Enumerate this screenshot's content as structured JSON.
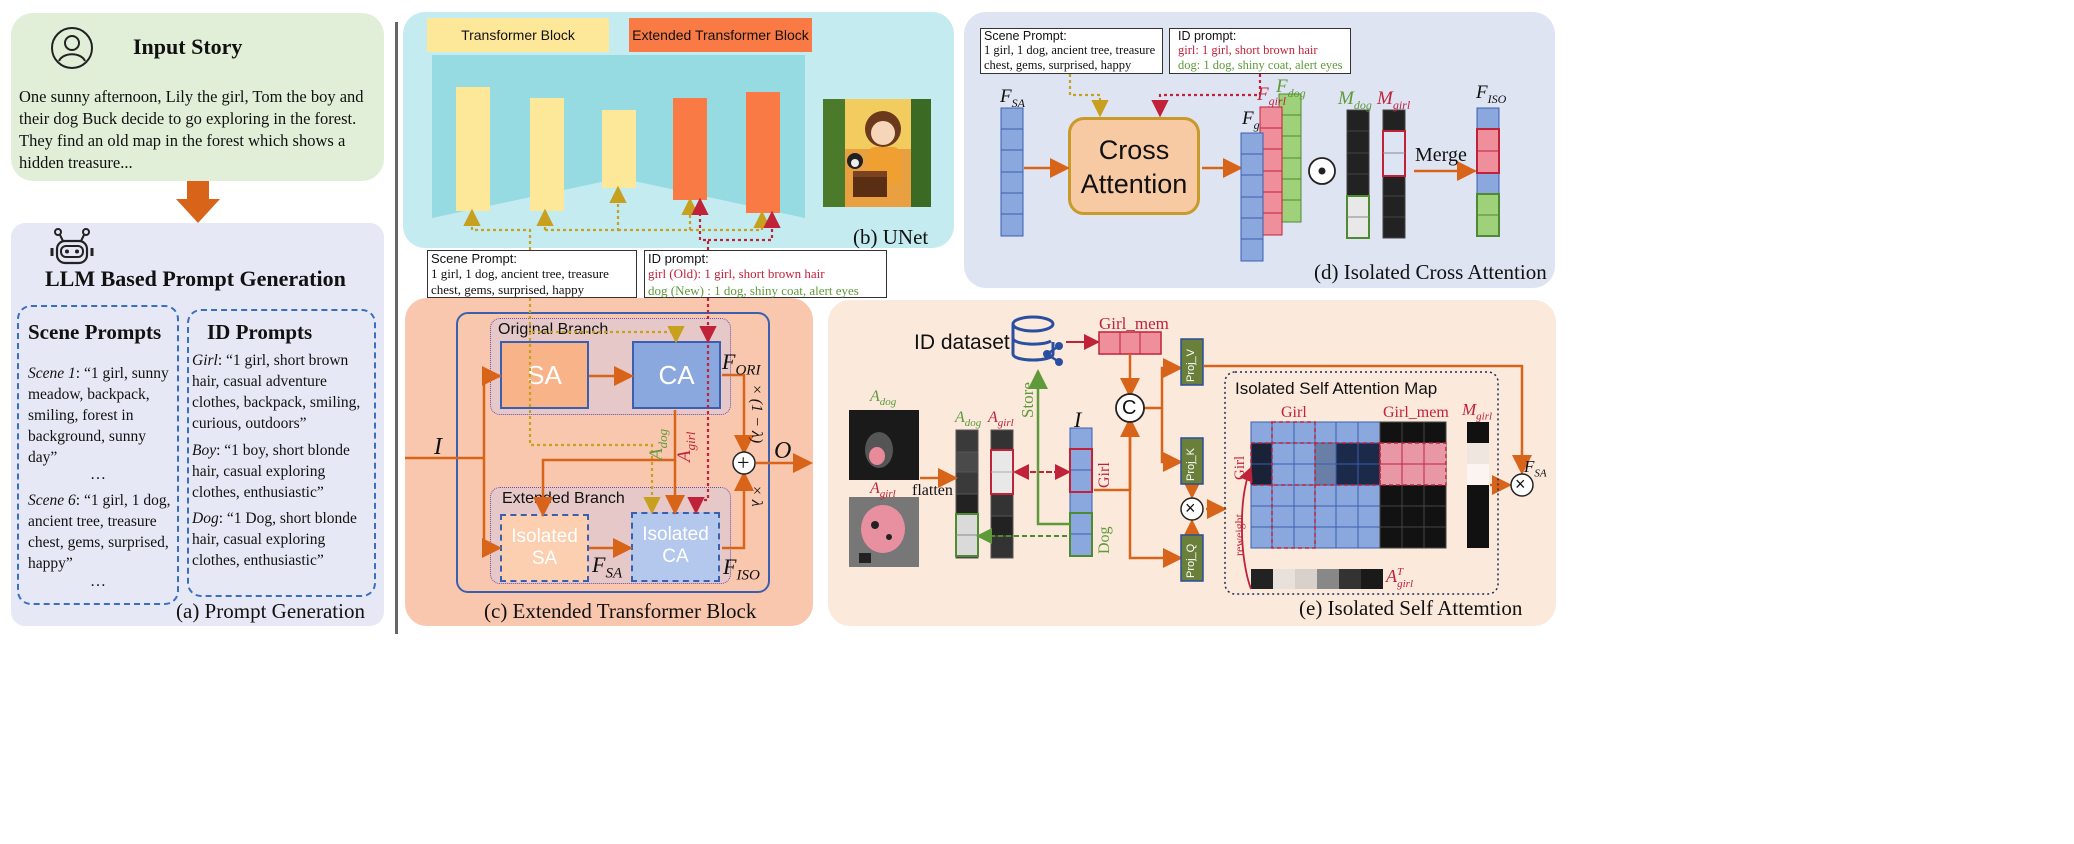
{
  "panel_a": {
    "input_title": "Input Story",
    "story": "One sunny afternoon, Lily the girl, Tom the boy and their dog Buck decide to go exploring in the forest. They find an old map in the forest which shows a hidden treasure...",
    "llm_title": "LLM Based Prompt Generation",
    "scene_header": "Scene Prompts",
    "id_header": "ID Prompts",
    "scene1_label": "Scene 1",
    "scene1_text": ": “1 girl, sunny meadow, backpack, smiling, forest in background, sunny day”",
    "dots": "…",
    "scene6_label": "Scene 6",
    "scene6_text": ": “1 girl, 1 dog, ancient tree, treasure chest, gems, surprised, happy”",
    "girl_label": "Girl",
    "girl_text": ": “1 girl, short brown hair, casual adventure clothes, backpack, smiling, curious, outdoors”",
    "boy_label": "Boy",
    "boy_text": ": “1 boy, short blonde hair, casual exploring clothes, enthusiastic”",
    "dog_label": "Dog",
    "dog_text": ": “1 Dog, short blonde hair, casual exploring clothes, enthusiastic”",
    "caption": "(a) Prompt Generation"
  },
  "panel_b": {
    "legend_transformer": "Transformer Block",
    "legend_extended": "Extended Transformer Block",
    "caption": "(b) UNet",
    "scene_prompt_title": "Scene Prompt:",
    "scene_prompt_text": "1 girl, 1 dog, ancient tree, treasure chest, gems, surprised, happy",
    "id_prompt_title": "ID prompt:",
    "id_girl": "girl (Old):  1 girl, short brown hair",
    "id_dog": "dog (New) : 1 dog, shiny coat, alert eyes",
    "colors": {
      "transformer": "#fde89a",
      "extended": "#fa7a45",
      "bg": "#bfe8ee",
      "funnel": "#96dbe2"
    }
  },
  "panel_c": {
    "original_branch": "Original Branch",
    "extended_branch": "Extended Branch",
    "sa": "SA",
    "ca": "CA",
    "iso_sa": "Isolated SA",
    "iso_ca": "Isolated CA",
    "f_ori": "F",
    "f_ori_sub": "ORI",
    "f_sa": "F",
    "f_sa_sub": "SA",
    "f_iso": "F",
    "f_iso_sub": "ISO",
    "input_i": "I",
    "output_o": "O",
    "plus": "+",
    "a_dog": "A",
    "a_dog_sub": "dog",
    "a_girl": "A",
    "a_girl_sub": "girl",
    "w_ori": "× (1 − λ)",
    "w_iso": "× λ",
    "caption": "(c) Extended Transformer Block"
  },
  "panel_d": {
    "scene_prompt_title": "Scene Prompt:",
    "scene_prompt_text": "1 girl, 1 dog, ancient tree, treasure chest, gems, surprised, happy",
    "id_prompt_title": "ID prompt:",
    "id_girl": "girl:  1 girl, short brown hair",
    "id_dog": "dog: 1 dog, shiny coat, alert eyes",
    "cross_attention": "Cross Attention",
    "f_sa": "F",
    "f_sa_sub": "SA",
    "f_g": "F",
    "f_g_sub": "g",
    "f_girl": "F",
    "f_girl_sub": "girl",
    "f_dog": "F",
    "f_dog_sub": "dog",
    "m_dog": "M",
    "m_dog_sub": "dog",
    "m_girl": "M",
    "m_girl_sub": "girl",
    "f_iso": "F",
    "f_iso_sub": "ISO",
    "merge": "Merge",
    "odot": "⊙",
    "caption": "(d) Isolated Cross Attention"
  },
  "panel_e": {
    "id_dataset": "ID dataset",
    "girl_mem": "Girl_mem",
    "store": "Store",
    "flatten": "flatten",
    "a_dog": "A",
    "a_dog_sub": "dog",
    "a_girl": "A",
    "a_girl_sub": "girl",
    "i_label": "I",
    "girl_vert": "Girl",
    "dog_vert": "Dog",
    "concat": "C",
    "proj_v": "Proj_V",
    "proj_k": "Proj_K",
    "proj_q": "Proj_Q",
    "times": "×",
    "map_title": "Isolated Self Attention Map",
    "map_girl": "Girl",
    "map_girl_mem": "Girl_mem",
    "map_girl_vert": "Girl",
    "reweight": "reweight",
    "m_girl": "M",
    "m_girl_sub": "girl",
    "a_girl_t": "A",
    "a_girl_t_sub": "girl",
    "a_girl_t_sup": "T",
    "f_sa": "F",
    "f_sa_sub": "SA",
    "caption": "(e) Isolated Self Attemtion"
  }
}
